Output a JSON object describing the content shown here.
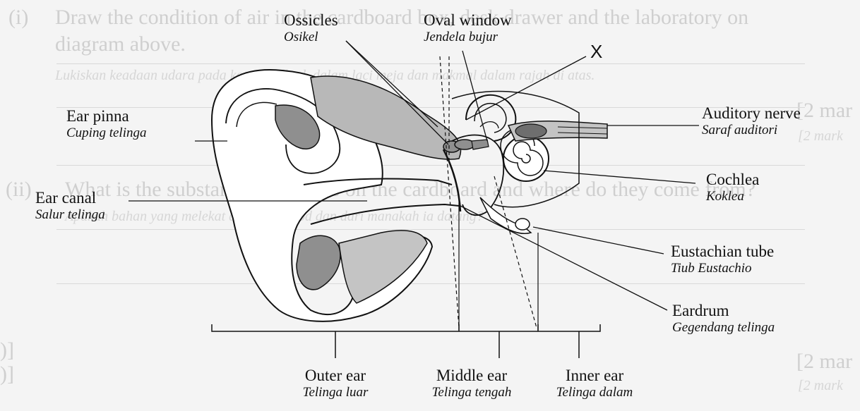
{
  "background": {
    "q_i_number": "(i)",
    "q_i_text_line1": "Draw the condition of air in the cardboard box, desk drawer and the laboratory on",
    "q_i_text_line2": "diagram above.",
    "q_i_malay": "Lukiskan keadaan udara pada kotak kadbod, dalam laci meja dan makmal dalam rajah di atas.",
    "q_ii_number": "(ii)",
    "q_ii_text": "What is the substance that sticks on the cardboard and where do they come from?",
    "q_ii_malay": "Apakah bahan yang melekat di atas kadbod dan dari manakah ia datang?",
    "marks_right_1": "[2 mar",
    "marks_right_1b": "[2 mark",
    "marks_right_2": "[2 mar",
    "marks_right_2b": "[2 mark",
    "left_bracket_1": ")]",
    "left_bracket_2": ")]"
  },
  "labels": {
    "ossicles": {
      "en": "Ossicles",
      "my": "Osikel"
    },
    "oval_window": {
      "en": "Oval window",
      "my": "Jendela bujur"
    },
    "x": "X",
    "ear_pinna": {
      "en": "Ear pinna",
      "my": "Cuping telinga"
    },
    "auditory_nerve": {
      "en": "Auditory nerve",
      "my": "Saraf auditori"
    },
    "cochlea": {
      "en": "Cochlea",
      "my": "Koklea"
    },
    "ear_canal": {
      "en": "Ear canal",
      "my": "Salur telinga"
    },
    "eustachian_tube": {
      "en": "Eustachian tube",
      "my": "Tiub Eustachio"
    },
    "eardrum": {
      "en": "Eardrum",
      "my": "Gegendang telinga"
    },
    "outer_ear": {
      "en": "Outer ear",
      "my": "Telinga luar"
    },
    "middle_ear": {
      "en": "Middle ear",
      "my": "Telinga tengah"
    },
    "inner_ear": {
      "en": "Inner ear",
      "my": "Telinga dalam"
    }
  },
  "colors": {
    "line": "#111111",
    "bone_grey": "#8f8f8f",
    "soft_grey": "#c4c4c4",
    "faint_text": "#cfcfcf"
  }
}
